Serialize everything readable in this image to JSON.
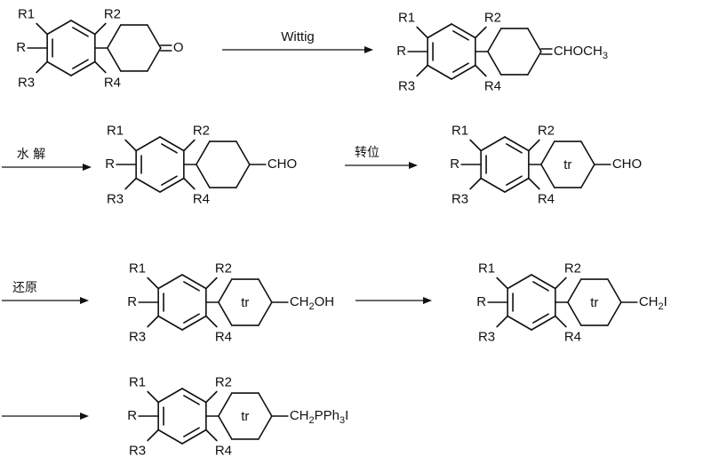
{
  "reactions": {
    "step1_reagent": "Wittig",
    "step2_reagent": "水 解",
    "step3_reagent": "转位",
    "step4_reagent": "还原",
    "step5_reagent": "",
    "step6_reagent": ""
  },
  "substituents": {
    "r": "R",
    "r1": "R1",
    "r2": "R2",
    "r3": "R3",
    "r4": "R4"
  },
  "ring_labels": {
    "trans": "tr"
  },
  "groups": {
    "ketone_o": "O",
    "enol_ether_main": "CHOCH",
    "enol_ether_sub": "3",
    "aldehyde": "CHO",
    "alcohol_pre": "CH",
    "alcohol_sub": "2",
    "alcohol_post": "OH",
    "iodide_main": "CH",
    "iodide_sub": "2",
    "iodide_post": "I",
    "phosphonium_a": "CH",
    "phosphonium_sub1": "2",
    "phosphonium_b": "PPh",
    "phosphonium_sub2": "3",
    "phosphonium_c": "I"
  }
}
